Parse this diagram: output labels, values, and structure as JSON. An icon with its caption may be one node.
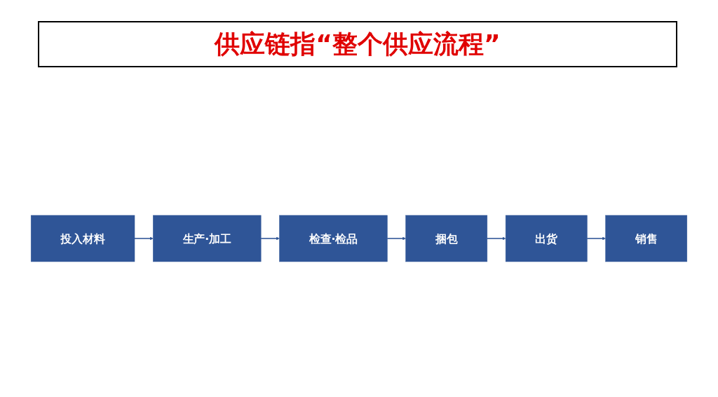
{
  "diagram": {
    "title": "供应链指“整个供应流程”",
    "nodes": [
      {
        "text": [
          "投入材料"
        ]
      },
      {
        "text": [
          "生产·加工"
        ]
      },
      {
        "text": [
          "检查·检品"
        ]
      },
      {
        "text": [
          "捆包"
        ]
      },
      {
        "text": [
          "出货"
        ]
      },
      {
        "text": [
          "销售"
        ]
      }
    ],
    "edges": [
      {
        "from": 0,
        "to": 1,
        "arrow": "to"
      },
      {
        "from": 1,
        "to": 2,
        "arrow": "to"
      },
      {
        "from": 2,
        "to": 3,
        "arrow": "to"
      },
      {
        "from": 3,
        "to": 4,
        "arrow": "to"
      },
      {
        "from": 4,
        "to": 5,
        "arrow": "to"
      }
    ]
  }
}
